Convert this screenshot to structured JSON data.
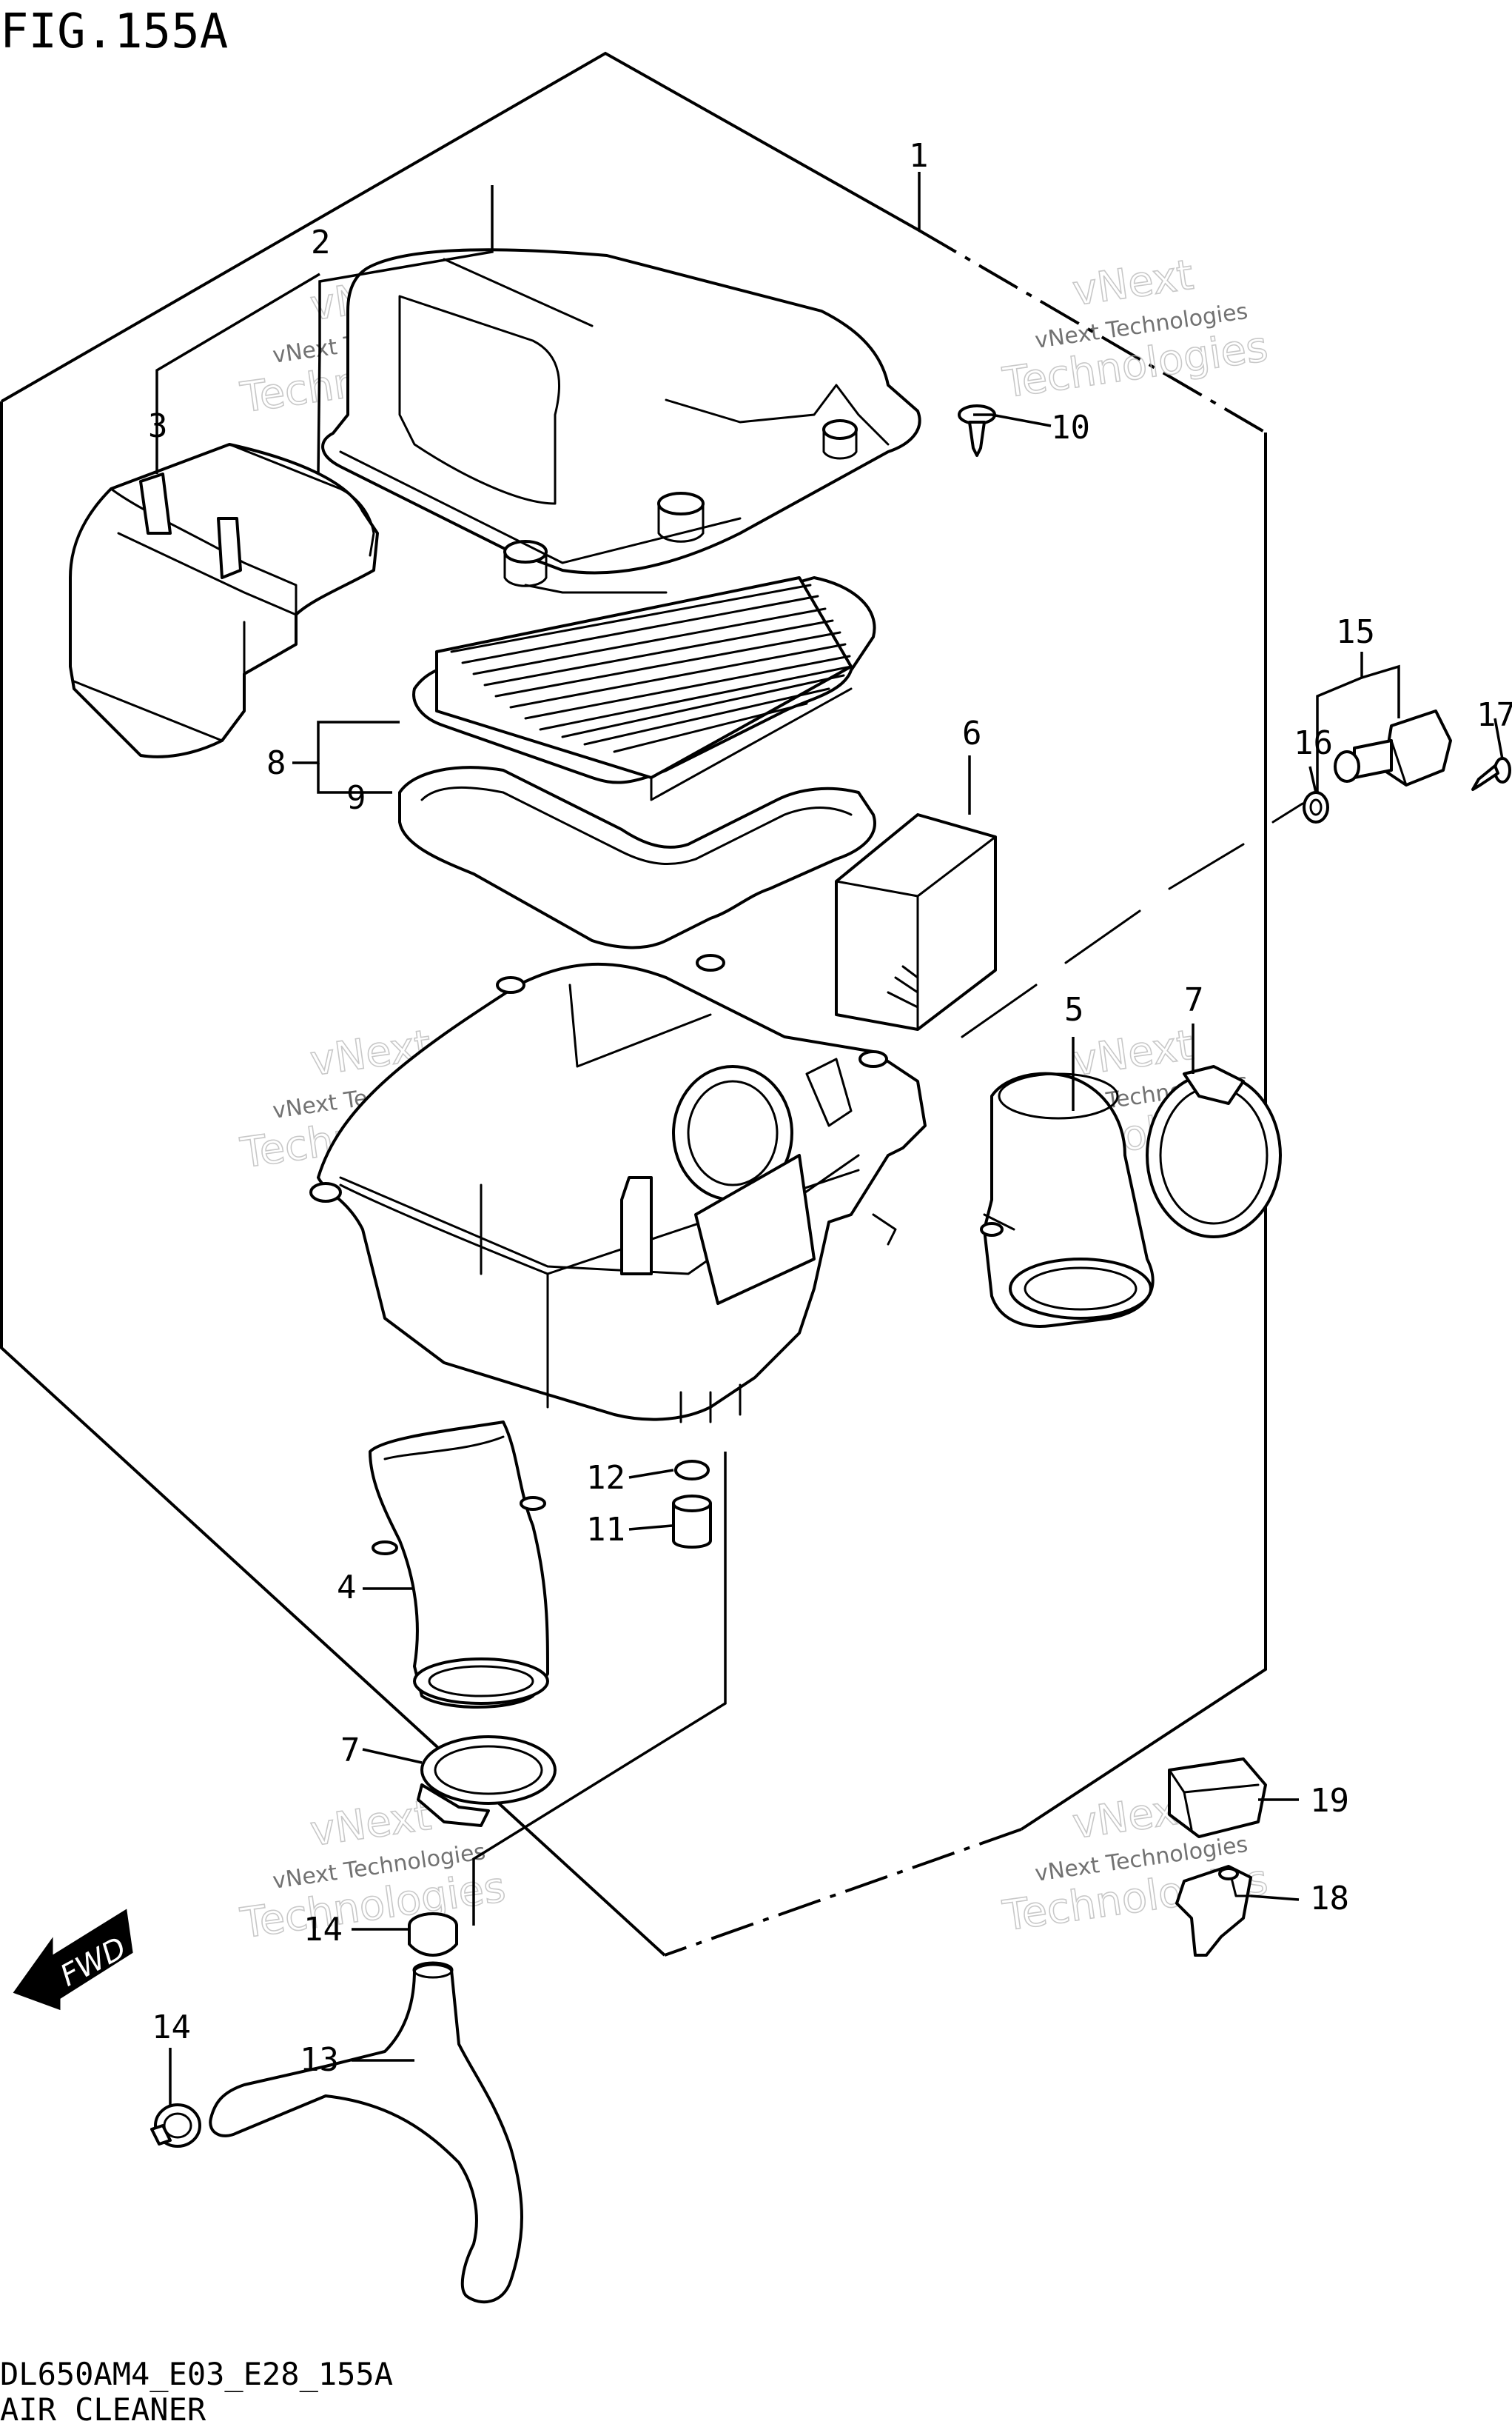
{
  "figure": {
    "title": "FIG.155A",
    "model_code": "DL650AM4_E03_E28_155A",
    "caption": "AIR CLEANER"
  },
  "watermark": {
    "line1": "vNext Technologies",
    "line2": "vNext",
    "line3": "Technologies"
  },
  "fwd_label": "FWD",
  "callouts": {
    "c1": "1",
    "c2": "2",
    "c3": "3",
    "c4": "4",
    "c5": "5",
    "c6": "6",
    "c7a": "7",
    "c7b": "7",
    "c8": "8",
    "c9": "9",
    "c10": "10",
    "c11": "11",
    "c12": "12",
    "c13": "13",
    "c14a": "14",
    "c14b": "14",
    "c15": "15",
    "c16": "16",
    "c17": "17",
    "c18": "18",
    "c19": "19"
  }
}
